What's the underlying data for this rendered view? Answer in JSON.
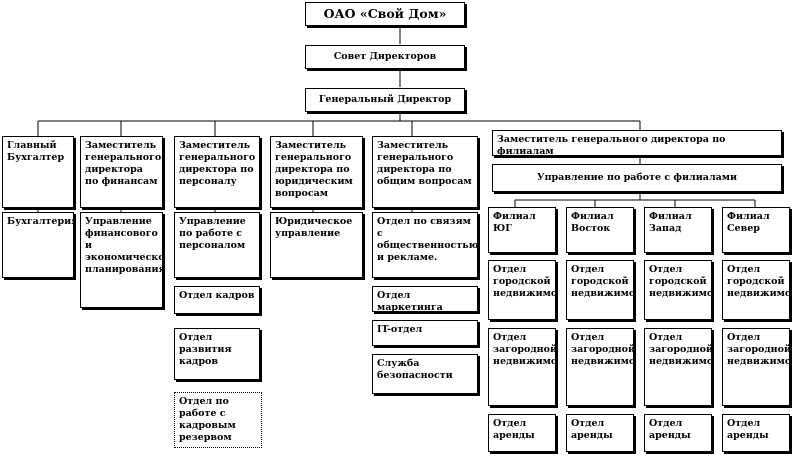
{
  "chart": {
    "company": "ОАО «Свой Дом»",
    "board": "Совет Директоров",
    "ceo": "Генеральный Директор",
    "chief_accountant": "Главный Бухгалтер",
    "accounting": "Бухгалтерия",
    "dep_finance": "Заместитель генерального директора по финансам",
    "finance_unit": "Управление финансового и экономического планирования",
    "dep_hr": "Заместитель генерального директора по персоналу",
    "hr_unit": "Управление по работе с персоналом",
    "hr_staff": "Отдел кадров",
    "hr_dev": "Отдел развития кадров",
    "hr_reserve": "Отдел по работе с кадровым резервом",
    "dep_legal": "Заместитель генерального директора по юридическим вопросам",
    "legal_unit": "Юридическое управление",
    "dep_general": "Заместитель генерального директора по общим вопросам",
    "pr_dept": "Отдел по связям с общественностью и рекламе.",
    "marketing_dept": "Отдел маркетинга",
    "it_dept": "IT-отдел",
    "security": "Служба безопасности",
    "dep_branches": "Заместитель генерального директора по филиалам",
    "branch_mgmt": "Управление по работе с филиалами",
    "branches": [
      {
        "name": "Филиал ЮГ",
        "city": "Отдел городской недвижимости",
        "country": "Отдел загородной недвижимости",
        "rent": "Отдел аренды"
      },
      {
        "name": "Филиал Восток",
        "city": "Отдел городской недвижимости",
        "country": "Отдел загородной недвижимости",
        "rent": "Отдел аренды"
      },
      {
        "name": "Филиал Запад",
        "city": "Отдел городской недвижимости",
        "country": "Отдел загородной недвижимости",
        "rent": "Отдел аренды"
      },
      {
        "name": "Филиал Север",
        "city": "Отдел городской недвижимости",
        "country": "Отдел загородной недвижимости",
        "rent": "Отдел аренды"
      }
    ]
  }
}
